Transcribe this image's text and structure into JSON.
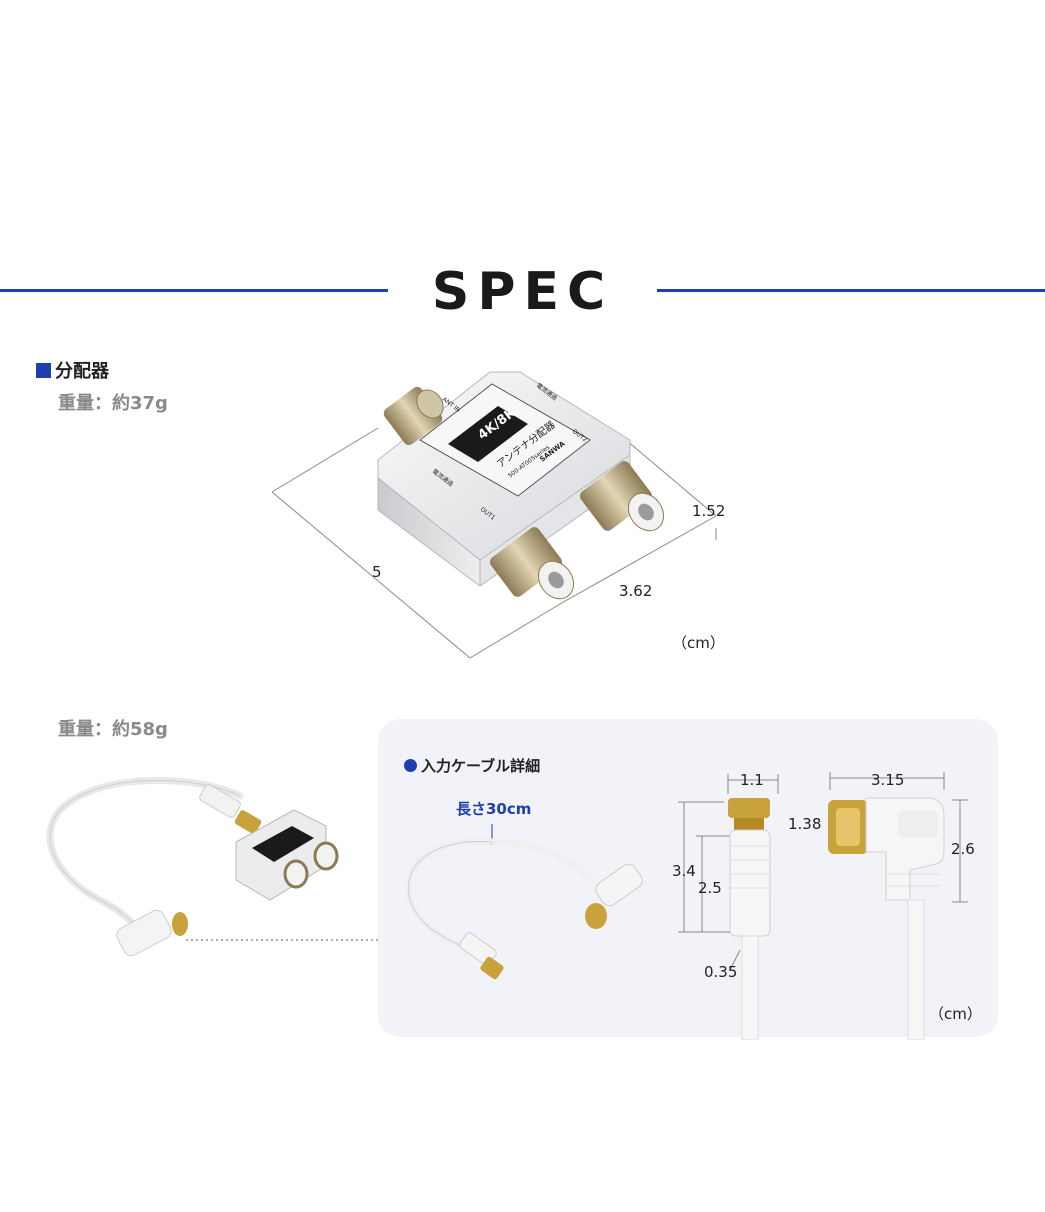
{
  "header": {
    "title": "SPEC"
  },
  "splitter": {
    "heading": "分配器",
    "weight": "重量：約37g",
    "labels": {
      "brand_badge": "4K/8K",
      "name": "アンテナ分配器",
      "model": "500-AT005series",
      "maker": "SANWA",
      "ant_in": "ANT IN",
      "out1": "OUT1",
      "out2": "OUT2",
      "pass": "電流通過"
    },
    "dims": {
      "length": "5",
      "width": "3.62",
      "height": "1.52"
    },
    "unit": "（cm）"
  },
  "set": {
    "weight": "重量：約58g"
  },
  "cable": {
    "heading": "入力ケーブル詳細",
    "length_label": "長さ30cm",
    "dims": {
      "straight_width": "1.1",
      "straight_total": "3.4",
      "straight_body": "2.5",
      "cable_dia": "0.35",
      "angle_width": "3.15",
      "angle_plug": "1.38",
      "angle_height": "2.6"
    },
    "unit": "（cm）"
  },
  "colors": {
    "accent": "#1e3fb0",
    "panel_bg": "#f1f3f8",
    "gold": "#c9a23b"
  }
}
